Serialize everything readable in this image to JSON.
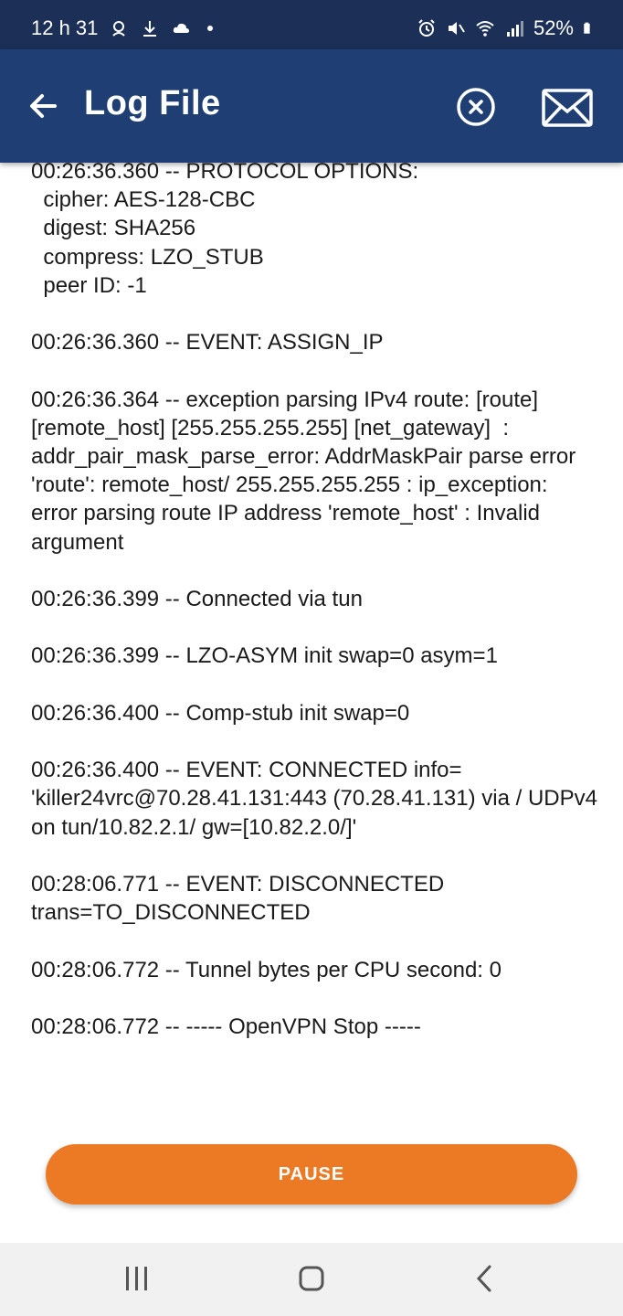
{
  "status_bar": {
    "time": "12 h 31",
    "battery": "52%",
    "icons": [
      "notification-icon",
      "download-icon",
      "cloud-icon",
      "dot-icon",
      "alarm-icon",
      "mute-icon",
      "wifi-icon",
      "signal-icon",
      "battery-icon"
    ]
  },
  "app_bar": {
    "title": "Log File",
    "back_icon": "arrow-left-icon",
    "clear_icon": "close-circle-icon",
    "email_icon": "mail-icon"
  },
  "log": {
    "entries": [
      "00:26:36.360 -- PROTOCOL OPTIONS:\n  cipher: AES-128-CBC\n  digest: SHA256\n  compress: LZO_STUB\n  peer ID: -1",
      "00:26:36.360 -- EVENT: ASSIGN_IP",
      "00:26:36.364 -- exception parsing IPv4 route: [route] [remote_host] [255.255.255.255] [net_gateway]  : addr_pair_mask_parse_error: AddrMaskPair parse error 'route': remote_host/ 255.255.255.255 : ip_exception: error parsing route IP address 'remote_host' : Invalid argument",
      "00:26:36.399 -- Connected via tun",
      "00:26:36.399 -- LZO-ASYM init swap=0 asym=1",
      "00:26:36.400 -- Comp-stub init swap=0",
      "00:26:36.400 -- EVENT: CONNECTED info= 'killer24vrc@70.28.41.131:443 (70.28.41.131) via / UDPv4 on tun/10.82.2.1/ gw=[10.82.2.0/]'",
      "00:28:06.771 -- EVENT: DISCONNECTED trans=TO_DISCONNECTED",
      "00:28:06.772 -- Tunnel bytes per CPU second: 0",
      "00:28:06.772 -- ----- OpenVPN Stop -----"
    ]
  },
  "pause_button": {
    "label": "PAUSE"
  },
  "nav_bar": {
    "icons": [
      "recent-apps-icon",
      "home-icon",
      "back-icon"
    ]
  },
  "colors": {
    "status_bar": "#1b2f57",
    "app_bar": "#1f3f74",
    "accent": "#ec7a24",
    "nav_bar": "#f1f1f1"
  }
}
